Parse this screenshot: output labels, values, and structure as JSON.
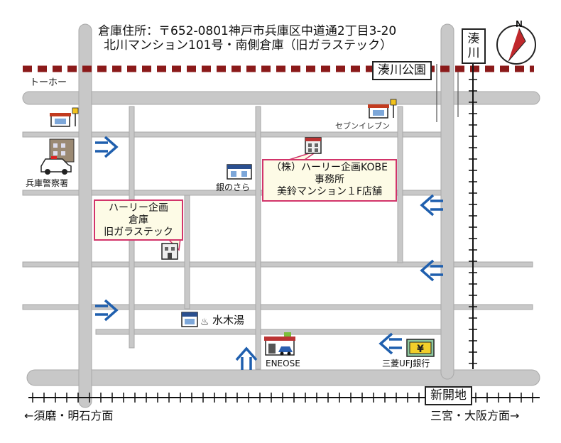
{
  "address": {
    "line1": "倉庫住所：〒652-0801神戸市兵庫区中道通2丁目3-20",
    "line2": "北川マンション101号・南側倉庫（旧ガラステック）"
  },
  "roads": {
    "tohoh": "トーホー",
    "minatogawa_park": "湊川公園",
    "minatogawa": "湊川",
    "shinkaichi": "新開地",
    "west_direction": "←須磨・明石方面",
    "east_direction": "三宮・大阪方面→"
  },
  "callouts": {
    "office": [
      "（株）ハーリー企画KOBE",
      "事務所",
      "美鈴マンション１F店舗"
    ],
    "warehouse": [
      "ハーリー企画",
      "倉庫",
      "旧ガラステック"
    ]
  },
  "landmarks": {
    "seven_eleven": "セブンイレブン",
    "police": "兵庫警察署",
    "ginnosara": "銀のさら",
    "mizukiyu": "水木湯",
    "eneos": "ENEOSE",
    "ufj": "三菱UFJ銀行"
  },
  "icons": {
    "compass": "compass-north-icon",
    "convenience_store": "convenience-store-24-icon",
    "police": "police-car-icon",
    "shop": "shop-icon",
    "building": "building-icon",
    "bath": "onsen-icon",
    "gas_station": "gas-station-icon",
    "bank": "yen-bank-icon"
  },
  "compass_letter": "N",
  "bank_glyph": "¥",
  "bath_glyph": "♨",
  "colors": {
    "road": "#c8c8c8",
    "road_edge": "#a9a9a9",
    "rail_red": "#8b1a1a",
    "arrow_blue": "#1f5fae",
    "callout_border": "#d2346a",
    "callout_fill": "#fdfbe6"
  }
}
